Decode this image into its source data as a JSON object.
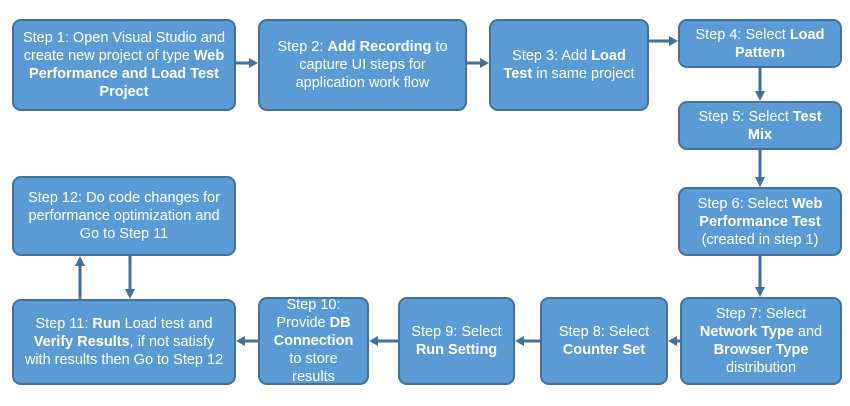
{
  "diagram": {
    "steps": [
      {
        "id": "step1",
        "segments": [
          {
            "t": "Step 1: Open Visual Studio and create new project of type ",
            "b": false
          },
          {
            "t": "Web Performance and Load Test Project",
            "b": true
          }
        ]
      },
      {
        "id": "step2",
        "segments": [
          {
            "t": "Step 2: ",
            "b": false
          },
          {
            "t": "Add Recording",
            "b": true
          },
          {
            "t": " to capture UI steps for application work flow",
            "b": false
          }
        ]
      },
      {
        "id": "step3",
        "segments": [
          {
            "t": "Step 3: Add ",
            "b": false
          },
          {
            "t": "Load Test",
            "b": true
          },
          {
            "t": " in same project",
            "b": false
          }
        ]
      },
      {
        "id": "step4",
        "segments": [
          {
            "t": "Step 4: Select ",
            "b": false
          },
          {
            "t": "Load Pattern",
            "b": true
          }
        ]
      },
      {
        "id": "step5",
        "segments": [
          {
            "t": "Step 5: Select ",
            "b": false
          },
          {
            "t": "Test Mix",
            "b": true
          }
        ]
      },
      {
        "id": "step6",
        "segments": [
          {
            "t": "Step 6: Select ",
            "b": false
          },
          {
            "t": "Web Performance Test",
            "b": true
          },
          {
            "t": " (created in step 1)",
            "b": false
          }
        ]
      },
      {
        "id": "step7",
        "segments": [
          {
            "t": "Step 7: Select ",
            "b": false
          },
          {
            "t": "Network Type",
            "b": true
          },
          {
            "t": " and ",
            "b": false
          },
          {
            "t": "Browser Type",
            "b": true
          },
          {
            "t": " distribution",
            "b": false
          }
        ]
      },
      {
        "id": "step8",
        "segments": [
          {
            "t": "Step 8: Select ",
            "b": false
          },
          {
            "t": "Counter Set",
            "b": true
          }
        ]
      },
      {
        "id": "step9",
        "segments": [
          {
            "t": "Step 9: Select ",
            "b": false
          },
          {
            "t": "Run Setting",
            "b": true
          }
        ]
      },
      {
        "id": "step10",
        "segments": [
          {
            "t": "Step 10: Provide ",
            "b": false
          },
          {
            "t": "DB Connection",
            "b": true
          },
          {
            "t": " to store results",
            "b": false
          }
        ]
      },
      {
        "id": "step11",
        "segments": [
          {
            "t": "Step 11: ",
            "b": false
          },
          {
            "t": "Run",
            "b": true
          },
          {
            "t": " Load test and ",
            "b": false
          },
          {
            "t": "Verify Results",
            "b": true
          },
          {
            "t": ", if not satisfy with results then Go to Step 12",
            "b": false
          }
        ]
      },
      {
        "id": "step12",
        "segments": [
          {
            "t": "Step 12: Do code changes for performance optimization and Go to Step 11",
            "b": false
          }
        ]
      }
    ]
  }
}
